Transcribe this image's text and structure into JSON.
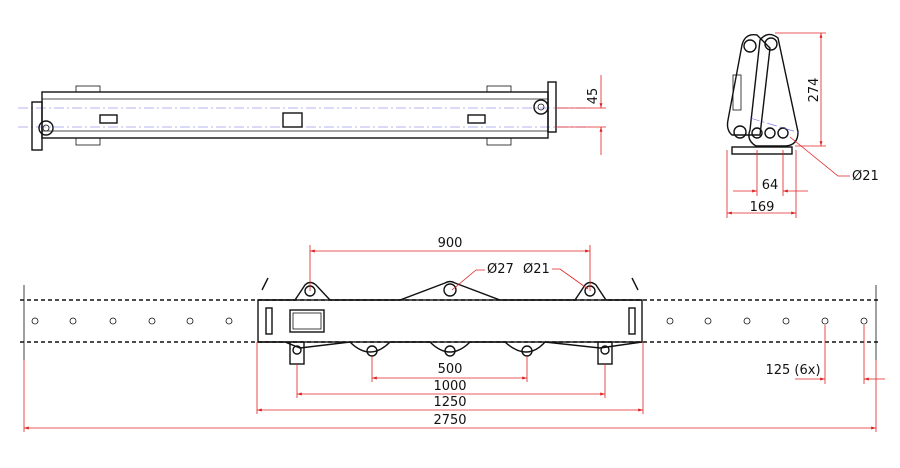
{
  "title": "Lifting beam technical drawing",
  "top_view": {
    "dim_height": "45"
  },
  "side_view": {
    "dim_height": "274",
    "dim_hole": "Ø21",
    "dim_hole_spacing": "64",
    "dim_width": "169"
  },
  "front_view": {
    "dim_top_lugs": "900",
    "dim_center_hole": "Ø27",
    "dim_side_hole": "Ø21",
    "dim_bottom_holes": "500",
    "dim_feet": "1000",
    "dim_frame": "1250",
    "dim_total": "2750",
    "dim_pitch": "125 (6x)"
  },
  "colors": {
    "outline": "#111111",
    "dimension": "#e02020",
    "centerline": "#6a6ae0"
  }
}
